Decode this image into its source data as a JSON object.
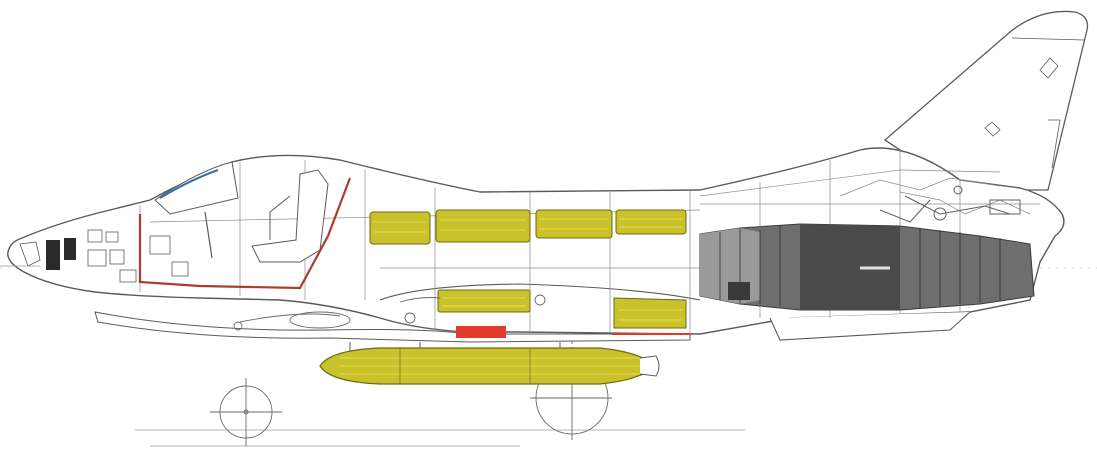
{
  "colors": {
    "background": "#ffffff",
    "outline": "#5a5a5a",
    "detail_line": "#8a8a8a",
    "fuel_tank": "#c9c22a",
    "fuel_tank_edge": "#6f6a14",
    "fuel_streak": "#e6df55",
    "engine_dark": "#4a4a4a",
    "engine_mid": "#6e6e6e",
    "engine_light": "#9a9a9a",
    "cockpit_frame": "#b03a2e",
    "canopy_accent": "#3b6ea8",
    "red_marker": "#e23a2a",
    "instrument_black": "#2a2a2a"
  },
  "icons": {
    "aircraft": "fighter-jet-cutaway-side-view",
    "fuel": "fuel-tank",
    "engine": "turbojet-engine",
    "wheel": "landing-gear-wheel"
  },
  "parts": {
    "fuselage_fuel_tanks": 4,
    "belly_fuel_tanks": 2,
    "drop_tanks": 1
  }
}
